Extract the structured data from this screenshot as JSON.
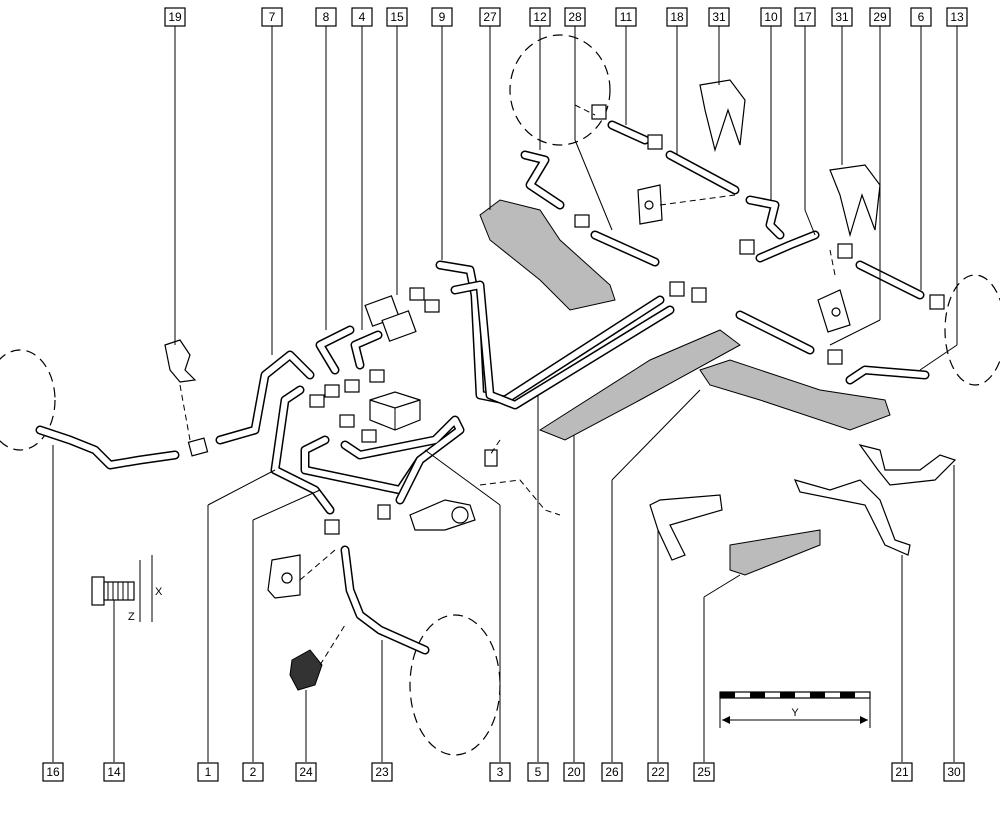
{
  "callouts": {
    "top": [
      "19",
      "7",
      "8",
      "4",
      "15",
      "9",
      "27",
      "12",
      "28",
      "11",
      "18",
      "31",
      "10",
      "17",
      "31",
      "29",
      "6",
      "13"
    ],
    "bottom": [
      "16",
      "14",
      "1",
      "2",
      "24",
      "23",
      "3",
      "5",
      "20",
      "26",
      "22",
      "25",
      "21",
      "30"
    ]
  },
  "dimensions": {
    "x_label": "X",
    "z_label": "Z",
    "y_label": "Y"
  }
}
